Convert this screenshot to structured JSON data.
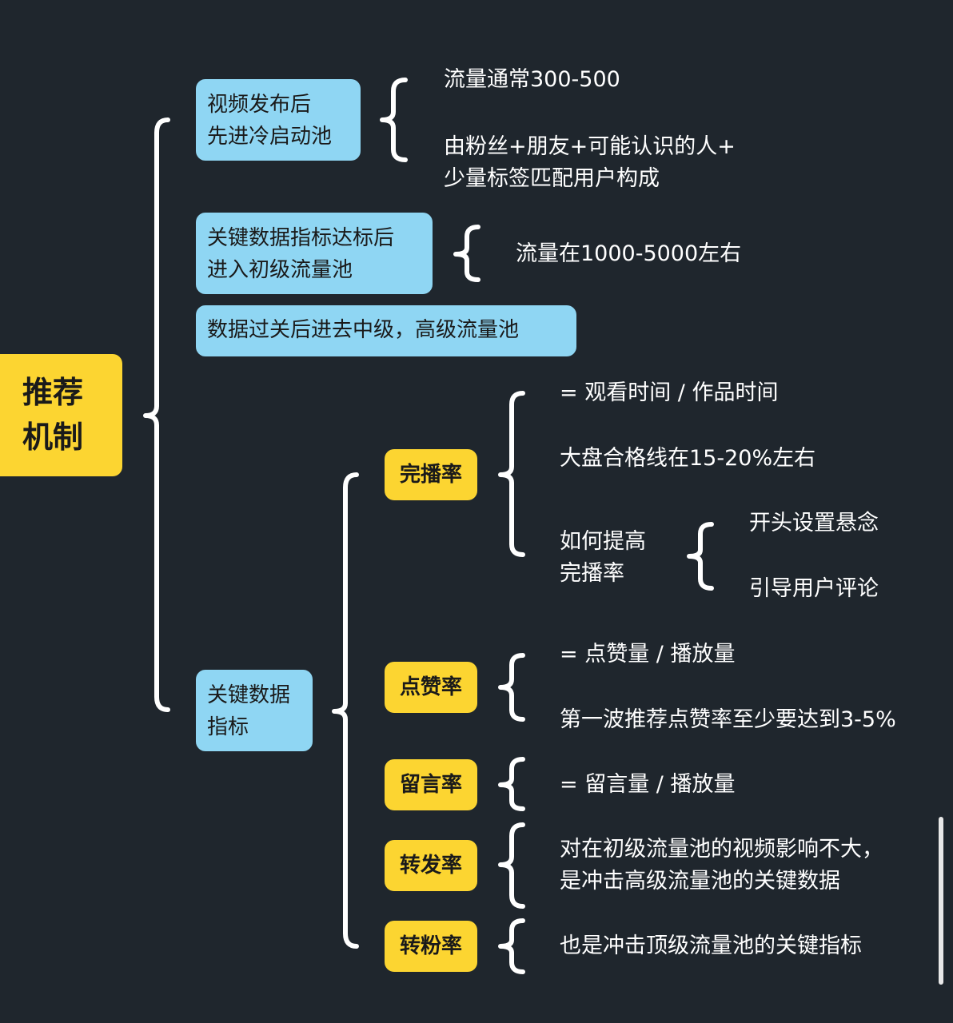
{
  "root": "推荐\n机制",
  "branches": {
    "cold_start": "视频发布后\n先进冷启动池",
    "primary_pool": "关键数据指标达标后\n进入初级流量池",
    "advanced_pool": "数据过关后进去中级，高级流量池",
    "key_metrics": "关键数据\n指标"
  },
  "cold_start_details": {
    "traffic": "流量通常300-500",
    "audience": "由粉丝+朋友+可能认识的人+\n少量标签匹配用户构成"
  },
  "primary_pool_details": {
    "traffic": "流量在1000-5000左右"
  },
  "metrics": {
    "completion": {
      "label": "完播率",
      "formula": "= 观看时间 / 作品时间",
      "benchmark": "大盘合格线在15-20%左右",
      "how_to": "如何提高\n完播率",
      "tips": [
        "开头设置悬念",
        "引导用户评论"
      ]
    },
    "like": {
      "label": "点赞率",
      "formula": "= 点赞量 / 播放量",
      "target": "第一波推荐点赞率至少要达到3-5%"
    },
    "comment": {
      "label": "留言率",
      "formula": "= 留言量 / 播放量"
    },
    "share": {
      "label": "转发率",
      "note": "对在初级流量池的视频影响不大，\n是冲击高级流量池的关键数据"
    },
    "follow": {
      "label": "转粉率",
      "note": "也是冲击顶级流量池的关键指标"
    }
  },
  "colors": {
    "background": "#1f262d",
    "blue_node": "#8fd6f3",
    "yellow_node": "#fcd531",
    "bracket": "#ffffff"
  }
}
